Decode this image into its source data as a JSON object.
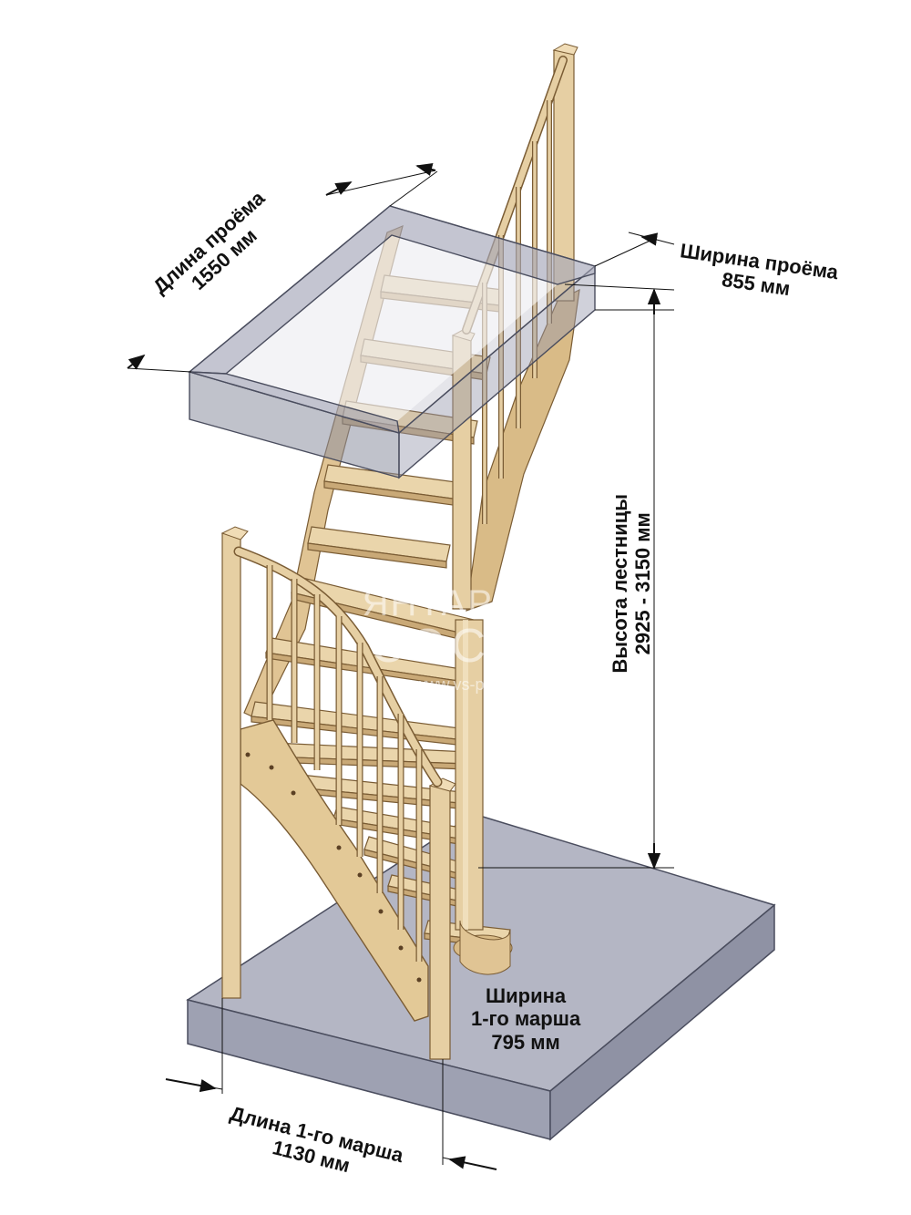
{
  "labels": {
    "opening_length": {
      "line1": "Длина проёма",
      "line2": "1550 мм"
    },
    "opening_width": {
      "line1": "Ширина проёма",
      "line2": "855 мм"
    },
    "stair_height": {
      "line1": "Высота лестницы",
      "line2": "2925 - 3150 мм"
    },
    "first_flight_width": {
      "line1": "Ширина",
      "line2": "1-го марша",
      "line3": "795 мм"
    },
    "first_flight_length": {
      "line1": "Длина 1-го марша",
      "line2": "1130 мм"
    }
  },
  "watermark": {
    "line1": "ЯНТАРНАЯ",
    "line2": "СОСНА",
    "url": "www.vs-plus.ru"
  },
  "colors": {
    "wood": "#e6cfa3",
    "wood_light": "#f0dcb6",
    "wood_dark": "#c9a977",
    "wood_edge": "#7a5c34",
    "slab": "#b4b6c4",
    "slab_side": "#9ea1b2",
    "slab_edge": "#4a4d5e",
    "arrow": "#111111"
  }
}
